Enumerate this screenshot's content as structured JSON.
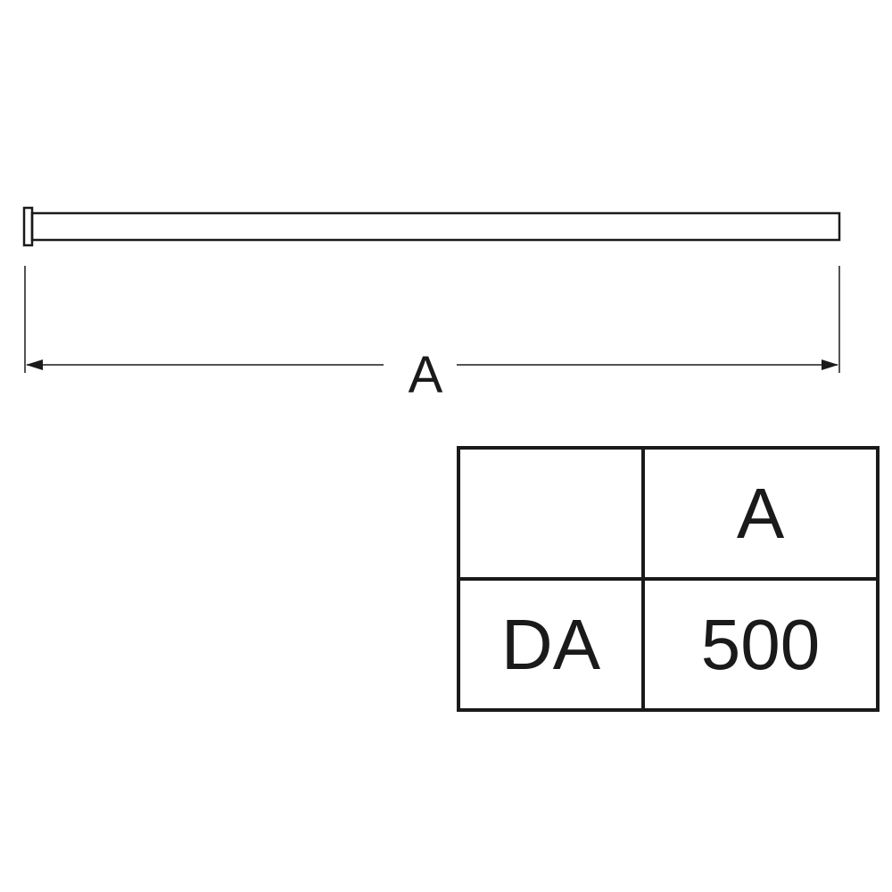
{
  "diagram": {
    "dimension_label": "A"
  },
  "spec_table": {
    "header": [
      "",
      "A"
    ],
    "rows": [
      [
        "DA",
        "500"
      ]
    ]
  }
}
